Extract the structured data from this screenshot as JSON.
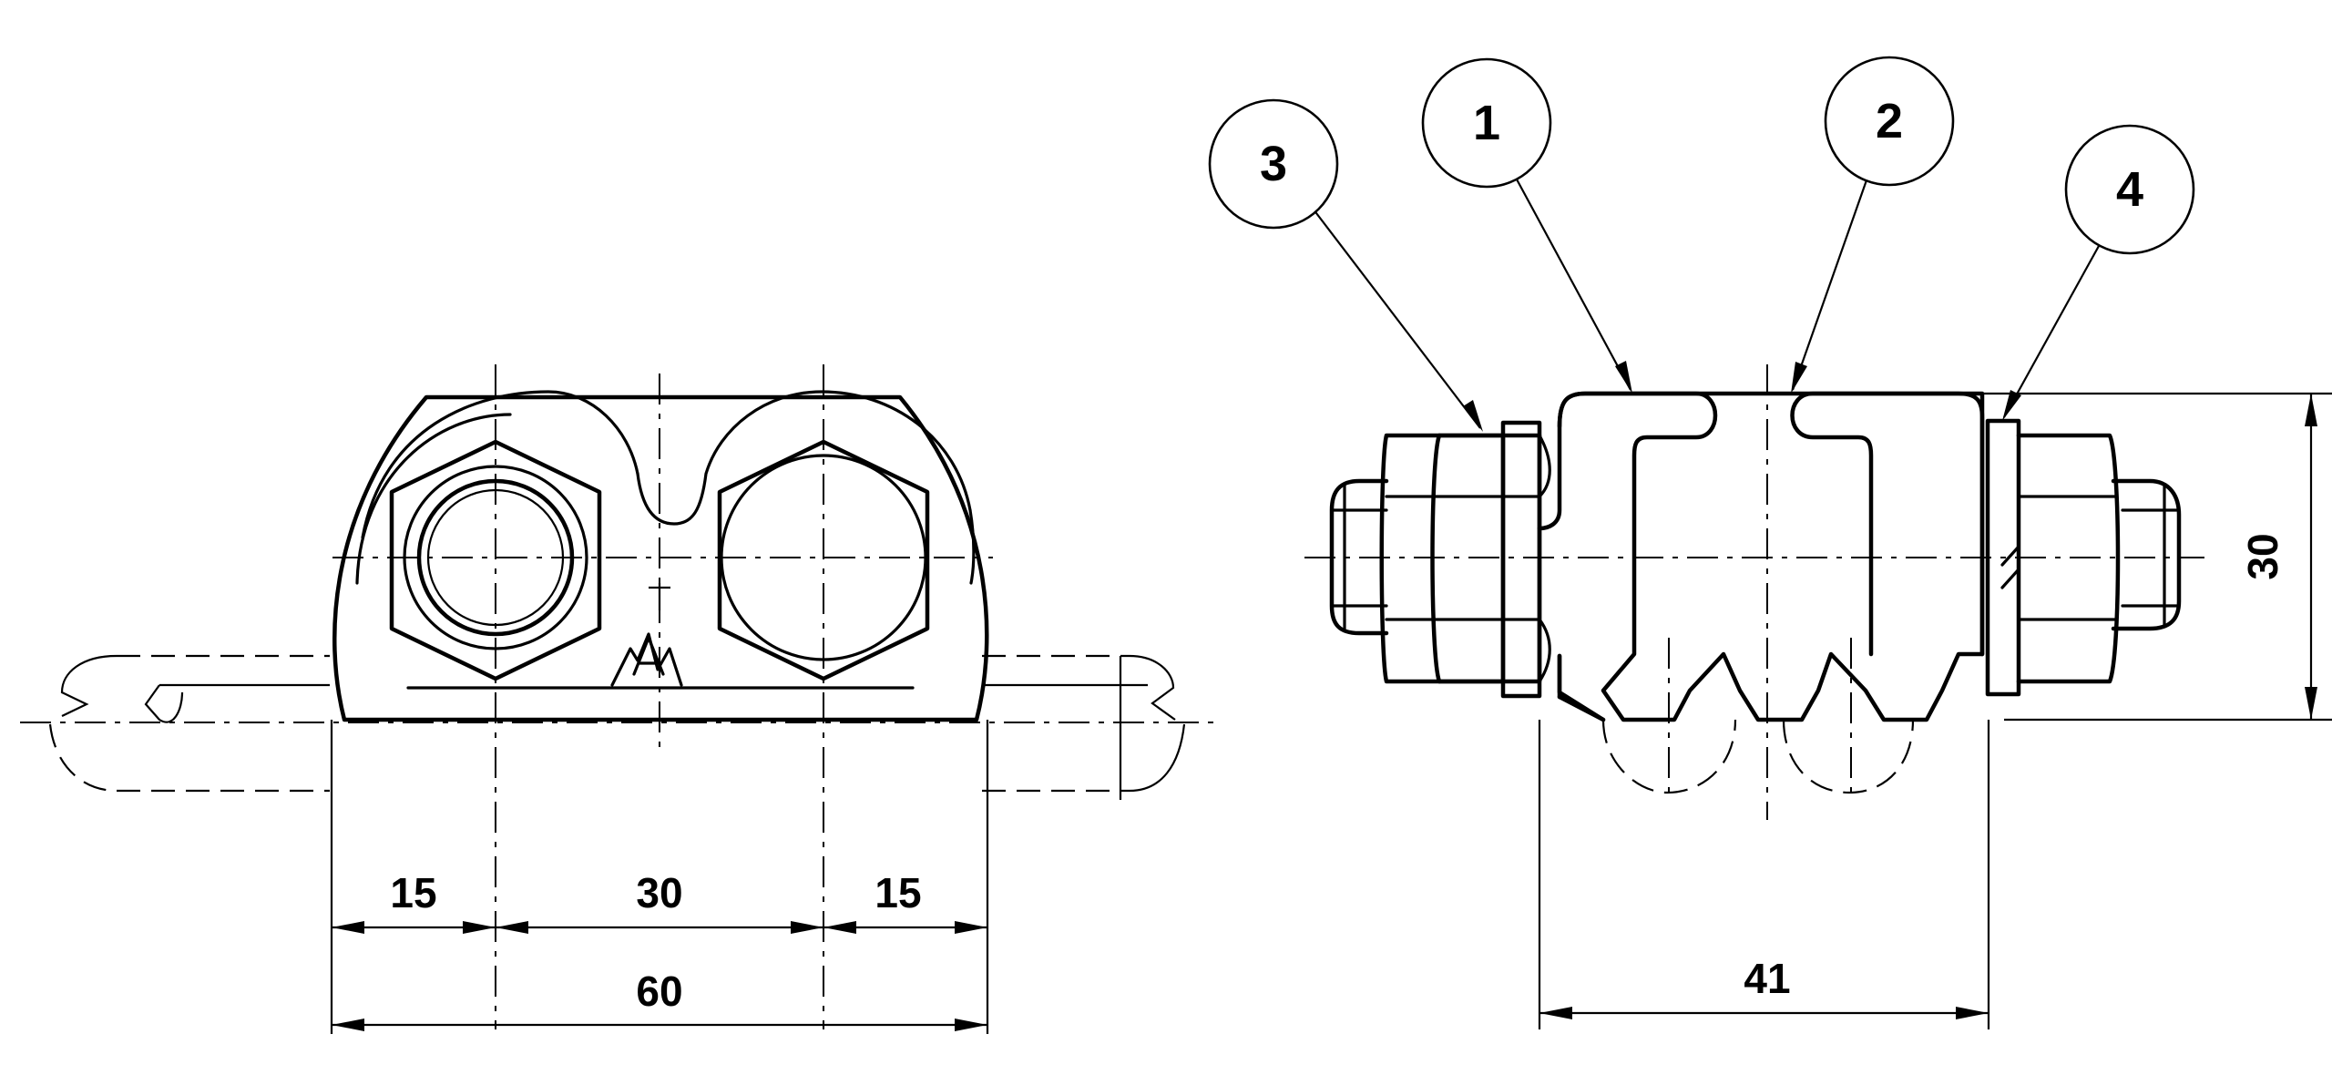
{
  "front_view": {
    "dimensions": {
      "left_offset": "15",
      "hole_spacing": "30",
      "right_offset": "15",
      "overall_width": "60"
    }
  },
  "side_view": {
    "dimensions": {
      "base_width": "41",
      "height": "30"
    },
    "callouts": [
      "3",
      "1",
      "2",
      "4"
    ]
  }
}
